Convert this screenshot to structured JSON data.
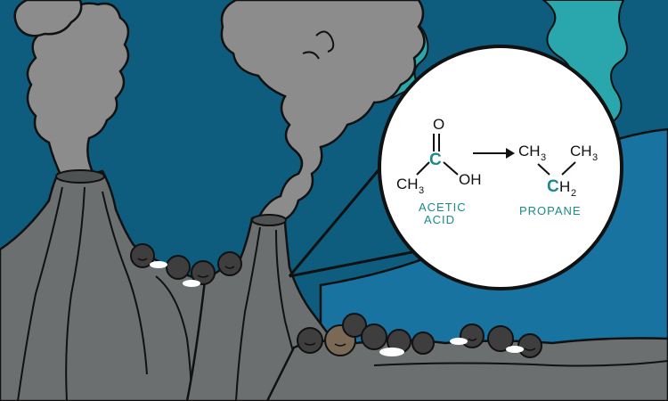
{
  "colors": {
    "ocean": "#0e5d7f",
    "ocean_light": "#1873a0",
    "teal_plume": "#2aa6ad",
    "rock": "#6c6f70",
    "smoke": "#8c8c8c",
    "outline": "#111111",
    "accent": "#1b8a8c"
  },
  "reaction": {
    "reactant": {
      "atom_o_top": "O",
      "atom_c": "C",
      "group_oh": "OH",
      "group_ch": "CH",
      "sub_3": "3",
      "caption_line1": "ACETIC",
      "caption_line2": "ACID"
    },
    "product": {
      "group_ch_left": "CH",
      "sub_left": "3",
      "group_ch_right": "CH",
      "sub_right": "3",
      "atom_c": "C",
      "group_h": "H",
      "sub_h": "2",
      "caption": "PROPANE"
    },
    "arrow_icon": "right-arrow-icon"
  },
  "icons": {
    "smoke": "smoke-plume-icon",
    "vent": "hydrothermal-vent-icon",
    "microbe": "smiling-microbe-icon",
    "magnifier": "zoom-callout-icon"
  }
}
